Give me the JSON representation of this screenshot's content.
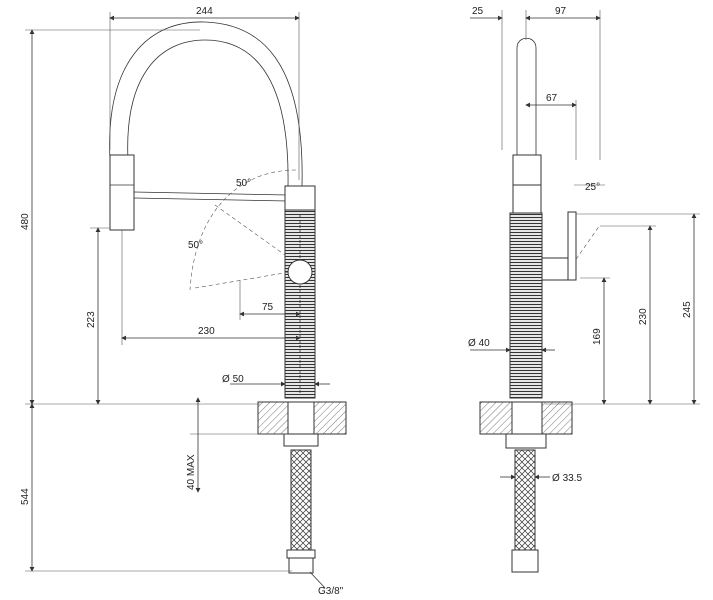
{
  "front_view": {
    "dims": {
      "top_width": "244",
      "total_height": "480",
      "spray_height": "223",
      "spray_reach": "230",
      "lever_reach": "75",
      "angle_upper": "50°",
      "angle_lower": "50°",
      "body_diameter": "50",
      "max_thickness": "40 MAX",
      "below_height": "544",
      "connection": "G3/8\""
    }
  },
  "side_view": {
    "dims": {
      "offset_left": "25",
      "offset_right": "97",
      "lever_offset": "67",
      "lever_angle": "25°",
      "height_169": "169",
      "height_230": "230",
      "height_245": "245",
      "body_diameter": "40",
      "hose_diameter": "33.5"
    }
  },
  "symbols": {
    "diameter": "Ø"
  },
  "colors": {
    "line": "#333333",
    "hatch": "#555555"
  }
}
